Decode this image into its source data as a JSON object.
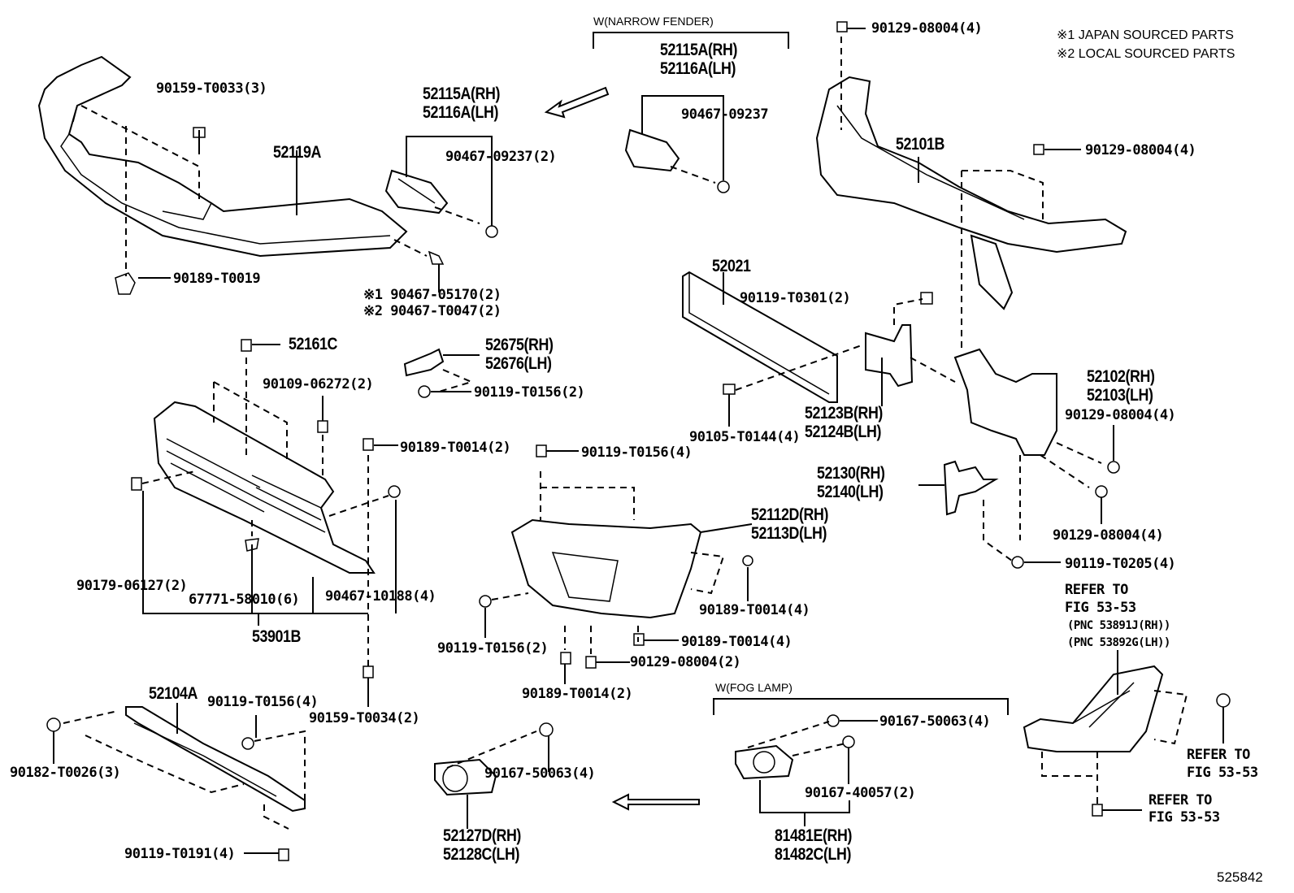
{
  "figure_id": "525842",
  "legend": [
    {
      "mark": "※1",
      "text": "JAPAN SOURCED PARTS"
    },
    {
      "mark": "※2",
      "text": "LOCAL SOURCED PARTS"
    }
  ],
  "groups": {
    "narrow_fender": "W(NARROW FENDER)",
    "fog_lamp": "W(FOG LAMP)"
  },
  "labels": {
    "p52119A": "52119A",
    "p90159_T0033": "90159-T0033(3)",
    "p90189_T0019": "90189-T0019",
    "p52115A_l": "52115A(RH)",
    "p52116A_l": "52116A(LH)",
    "p90467_09237_2": "90467-09237(2)",
    "p90467_05170": "※1 90467-05170(2)",
    "p90467_T0047": "※2 90467-T0047(2)",
    "p52115A_r": "52115A(RH)",
    "p52116A_r": "52116A(LH)",
    "p90467_09237": "90467-09237",
    "p90129_08004_top": "90129-08004(4)",
    "p52101B": "52101B",
    "p90129_08004_mid": "90129-08004(4)",
    "p52021": "52021",
    "p90119_T0301": "90119-T0301(2)",
    "p52123B": "52123B(RH)",
    "p52124B": "52124B(LH)",
    "p90105_T0144": "90105-T0144(4)",
    "p52102": "52102(RH)",
    "p52103": "52103(LH)",
    "p90129_08004_r1": "90129-08004(4)",
    "p52130": "52130(RH)",
    "p52140": "52140(LH)",
    "p90129_08004_r2": "90129-08004(4)",
    "p90119_T0205": "90119-T0205(4)",
    "p52161C": "52161C",
    "p52675": "52675(RH)",
    "p52676": "52676(LH)",
    "p90119_T0156_2a": "90119-T0156(2)",
    "p90109_06272": "90109-06272(2)",
    "p90189_T0014_2a": "90189-T0014(2)",
    "p90119_T0156_4a": "90119-T0156(4)",
    "p52112D": "52112D(RH)",
    "p52113D": "52113D(LH)",
    "p90179_06127": "90179-06127(2)",
    "p67771_58010": "67771-58010(6)",
    "p90467_10188": "90467-10188(4)",
    "p53901B": "53901B",
    "p90189_T0014_4a": "90189-T0014(4)",
    "p90119_T0156_2b": "90119-T0156(2)",
    "p90189_T0014_4b": "90189-T0014(4)",
    "p90129_08004_2": "90129-08004(2)",
    "p90189_T0014_2b": "90189-T0014(2)",
    "p52104A": "52104A",
    "p90119_T0156_4b": "90119-T0156(4)",
    "p90182_T0026": "90182-T0026(3)",
    "p90159_T0034": "90159-T0034(2)",
    "p90119_T0191": "90119-T0191(4)",
    "p90167_50063_a": "90167-50063(4)",
    "p52127D": "52127D(RH)",
    "p52128C": "52128C(LH)",
    "p90167_50063_b": "90167-50063(4)",
    "p90167_40057": "90167-40057(2)",
    "p81481E": "81481E(RH)",
    "p81482C": "81482C(LH)"
  },
  "references": {
    "refer_main_1": "REFER TO",
    "refer_main_2": "FIG 53-53",
    "pnc_rh": "(PNC 53891J(RH))",
    "pnc_lh": "(PNC 53892G(LH))",
    "refer_bolt_1": "REFER TO",
    "refer_bolt_2": "FIG 53-53",
    "refer_bottom_1": "REFER TO",
    "refer_bottom_2": "FIG 53-53"
  }
}
